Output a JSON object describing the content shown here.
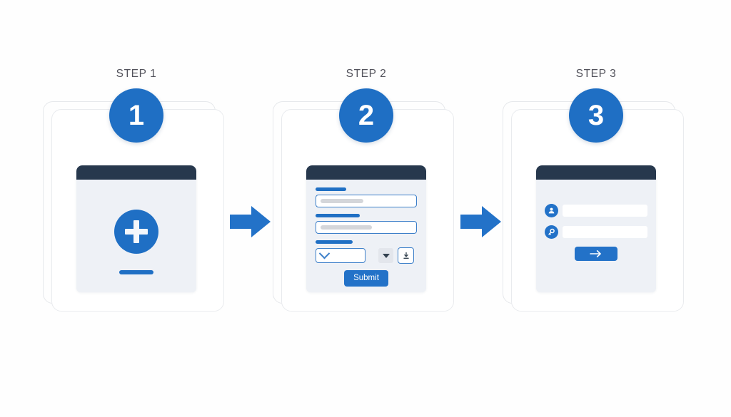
{
  "theme": {
    "background": "#fefefe",
    "accent_blue": "#1f6fc4",
    "button_blue": "#2372c8",
    "window_bar_dark": "#27384d",
    "window_body": "#eef1f6",
    "frame_border": "#e6e8eb",
    "label_text": "#52525b",
    "ghost_gray": "#d4d6da"
  },
  "steps": [
    {
      "label": "STEP 1",
      "number": "1",
      "icons": {
        "plus": "plus-icon",
        "minus": "minus-icon"
      }
    },
    {
      "label": "STEP 2",
      "number": "2",
      "form": {
        "fields": [
          {
            "label_bar": "field-label-1",
            "placeholder_ghost": "ghost-text-1"
          },
          {
            "label_bar": "field-label-2",
            "placeholder_ghost": "ghost-text-2"
          }
        ],
        "select": {
          "label_bar": "field-label-3",
          "value": "",
          "icon": "chevron-down-icon"
        },
        "dropdown_caret_icon": "caret-down-icon",
        "download_icon": "download-icon",
        "submit_label": "Submit"
      }
    },
    {
      "label": "STEP 3",
      "number": "3",
      "login": {
        "rows": [
          {
            "icon": "user-icon",
            "value": ""
          },
          {
            "icon": "key-icon",
            "value": ""
          }
        ],
        "submit_icon": "arrow-right-icon"
      }
    }
  ],
  "connectors": [
    {
      "icon": "arrow-right-icon"
    },
    {
      "icon": "arrow-right-icon"
    }
  ]
}
